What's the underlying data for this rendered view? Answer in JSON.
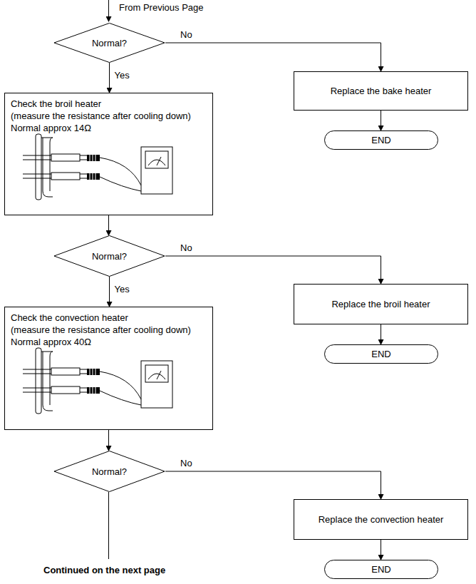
{
  "diagram": {
    "nodes": [
      {
        "text": [
          "Normal?"
        ]
      },
      {
        "text": [
          "Replace the bake heater"
        ]
      },
      {
        "text": [
          "END"
        ]
      },
      {
        "text": [
          "Check the broil heater",
          "(measure the resistance after cooling down)",
          "Normal  approx 14Ω"
        ]
      },
      {
        "text": [
          "Normal?"
        ]
      },
      {
        "text": [
          "Replace the broil heater"
        ]
      },
      {
        "text": [
          "END"
        ]
      },
      {
        "text": [
          "Check the convection heater",
          "(measure the resistance after cooling down)",
          "Normal  approx 40Ω"
        ]
      },
      {
        "text": [
          "Normal?"
        ]
      },
      {
        "text": [
          "Replace the convection heater"
        ]
      },
      {
        "text": [
          "END"
        ]
      }
    ],
    "edges": [
      {
        "from": 0,
        "to": 1,
        "label": "No",
        "arrow": "to"
      },
      {
        "from": 1,
        "to": 2,
        "arrow": "to"
      },
      {
        "from": 0,
        "to": 3,
        "label": "Yes",
        "arrow": "to"
      },
      {
        "from": 3,
        "to": 4,
        "arrow": "to"
      },
      {
        "from": 4,
        "to": 5,
        "label": "No",
        "arrow": "to"
      },
      {
        "from": 5,
        "to": 6,
        "arrow": "to"
      },
      {
        "from": 4,
        "to": 7,
        "label": "Yes",
        "arrow": "to"
      },
      {
        "from": 7,
        "to": 8,
        "arrow": "to"
      },
      {
        "from": 8,
        "to": 9,
        "label": "No",
        "arrow": "to"
      },
      {
        "from": 9,
        "to": 10,
        "arrow": "to"
      }
    ],
    "labels": [
      "From Previous Page",
      "Continued on the next page"
    ]
  }
}
